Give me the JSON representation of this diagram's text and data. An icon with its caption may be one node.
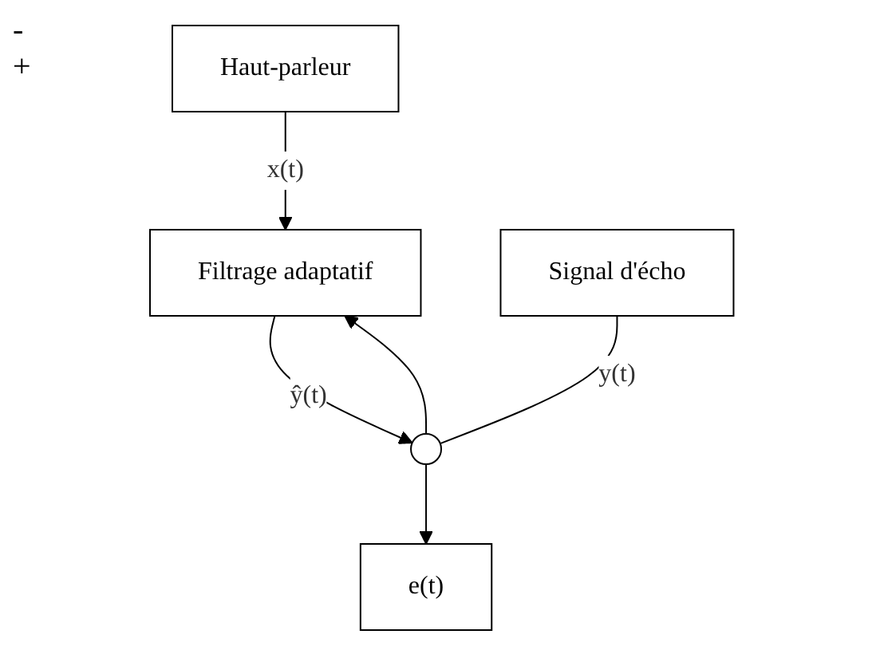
{
  "diagram": {
    "nodes": [
      {
        "text": [
          "Haut-parleur"
        ]
      },
      {
        "text": [
          "Filtrage adaptatif"
        ]
      },
      {
        "text": [],
        "shape": "circle"
      },
      {
        "text": [
          "Signal d'écho"
        ]
      },
      {
        "text": [
          "e(t)"
        ]
      }
    ],
    "edges": [
      {
        "from": 0,
        "to": 1,
        "arrow": "to",
        "label": "x(t)"
      },
      {
        "from": 1,
        "to": 2,
        "arrow": "to",
        "label": "ŷ(t)"
      },
      {
        "from": 3,
        "to": 2,
        "arrow": "none",
        "label": "y(t)"
      },
      {
        "from": 2,
        "to": 4,
        "arrow": "to"
      },
      {
        "from": 2,
        "to": 1,
        "arrow": "to"
      }
    ],
    "labels": [
      "-",
      "+"
    ]
  }
}
